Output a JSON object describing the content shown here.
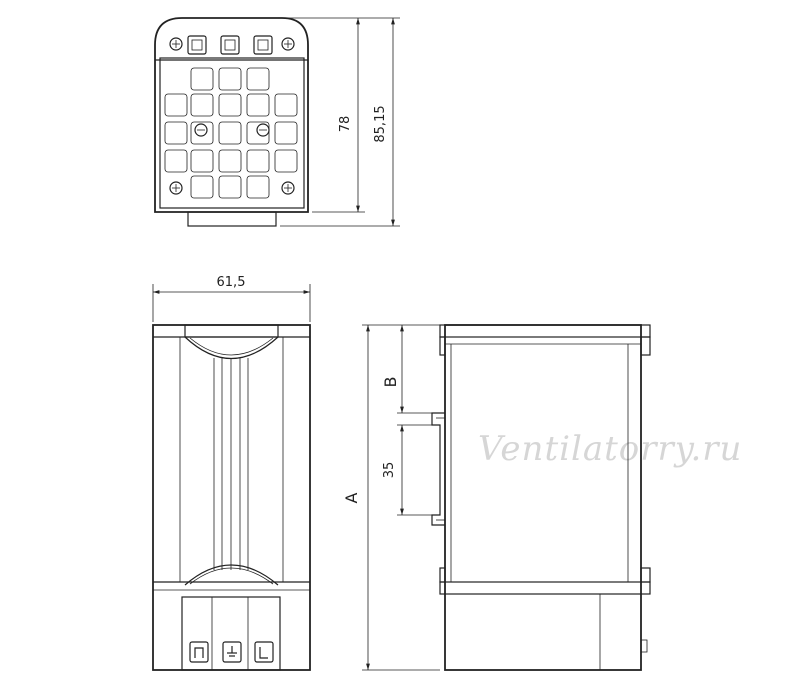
{
  "dimensions": {
    "height_78": "78",
    "height_85_15": "85,15",
    "width_61_5": "61,5",
    "label_a": "A",
    "label_b": "B",
    "rail_35": "35"
  },
  "watermark": "Ventilatorry.ru",
  "icons": {
    "connector_terminals": [
      "n-terminal-icon",
      "earth-terminal-icon",
      "l-terminal-icon"
    ]
  }
}
